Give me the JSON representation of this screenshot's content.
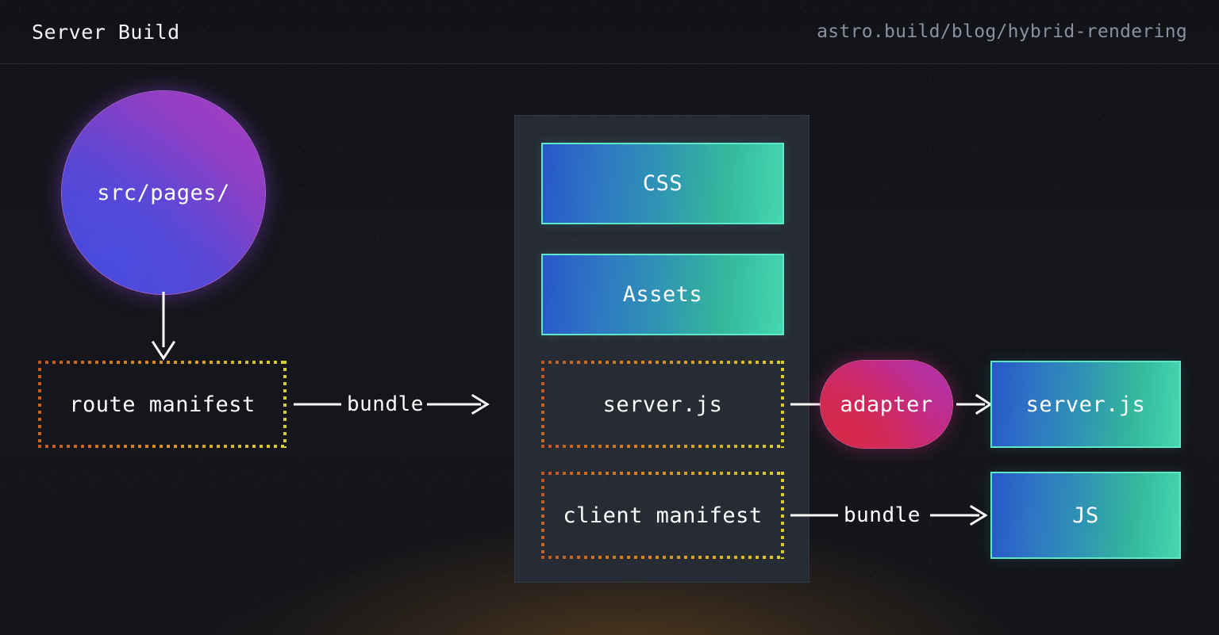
{
  "header": {
    "title": "Server Build",
    "url": "astro.build/blog/hybrid-rendering"
  },
  "nodes": {
    "src_pages": "src/pages/",
    "route_manifest": "route manifest",
    "css": "CSS",
    "assets": "Assets",
    "server_js_bundled": "server.js",
    "client_manifest": "client manifest",
    "adapter": "adapter",
    "server_js_output": "server.js",
    "js_output": "JS"
  },
  "connectors": {
    "pages_to_route": "",
    "route_to_bundle": "bundle",
    "server_to_adapter": "",
    "adapter_to_server_out": "",
    "client_to_bundle": "bundle"
  },
  "colors": {
    "background": "#14151a",
    "panel": "#272b34",
    "circle_gradient_from": "#4348d8",
    "circle_gradient_to": "#ab3dc2",
    "adapter_gradient_from": "#d32b4e",
    "adapter_gradient_to": "#ab33b2",
    "box_gradient_from": "#2757c9",
    "box_gradient_to": "#44d7b0",
    "box_border": "#5ee7c8",
    "dotted_from": "#c2561f",
    "dotted_to": "#d8d02c",
    "text": "#ffffff",
    "muted_text": "#8b90a0",
    "glow": "#c47e28"
  }
}
